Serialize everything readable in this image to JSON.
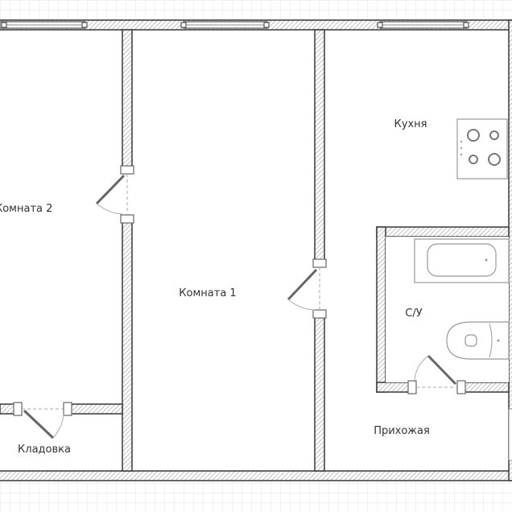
{
  "plan": {
    "rooms": {
      "kitchen": "Кухня",
      "room2": "Комната 2",
      "room1": "Комната 1",
      "bathroom": "С/У",
      "hallway": "Прихожая",
      "storage": "Кладовка"
    }
  },
  "colors": {
    "wall_stroke": "#444444",
    "grid": "#e3e6ea",
    "background": "#ffffff"
  }
}
